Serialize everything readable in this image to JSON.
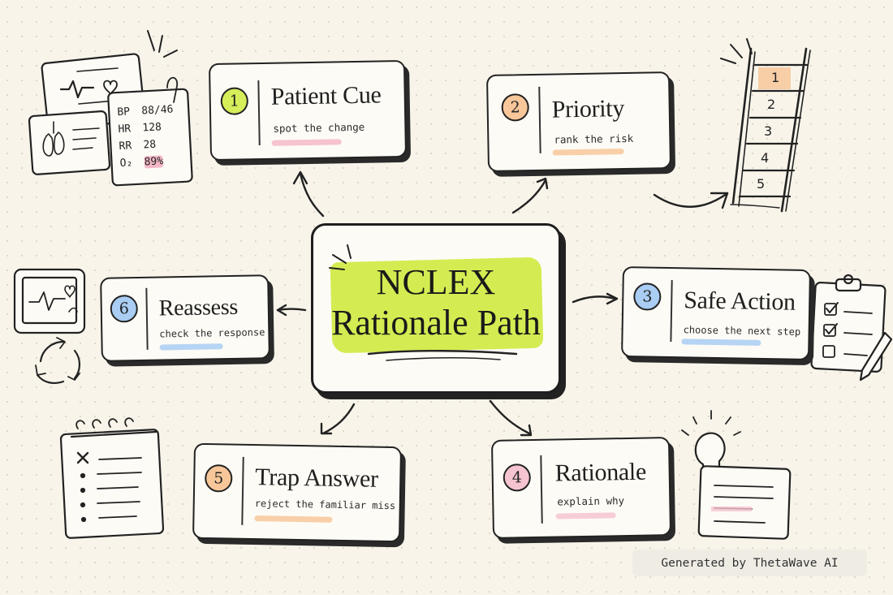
{
  "center": {
    "line1": "NCLEX",
    "line2": "Rationale Path"
  },
  "steps": [
    {
      "number": "1",
      "title": "Patient Cue",
      "subtitle": "spot the change",
      "color": "#d6ee5a",
      "highlight": "#f5b8c8"
    },
    {
      "number": "2",
      "title": "Priority",
      "subtitle": "rank the risk",
      "color": "#f7c79a",
      "highlight": "#f7c79a"
    },
    {
      "number": "3",
      "title": "Safe Action",
      "subtitle": "choose the next step",
      "color": "#a9cdf3",
      "highlight": "#a9cdf3"
    },
    {
      "number": "4",
      "title": "Rationale",
      "subtitle": "explain why",
      "color": "#f5c4d0",
      "highlight": "#f5c4d0"
    },
    {
      "number": "5",
      "title": "Trap Answer",
      "subtitle": "reject the familiar miss",
      "color": "#f7c79a",
      "highlight": "#f7c79a"
    },
    {
      "number": "6",
      "title": "Reassess",
      "subtitle": "check the response",
      "color": "#a9cdf3",
      "highlight": "#a9cdf3"
    }
  ],
  "vitals": [
    {
      "label": "BP",
      "value": "88/46"
    },
    {
      "label": "HR",
      "value": "128"
    },
    {
      "label": "RR",
      "value": "28"
    },
    {
      "label": "O₂",
      "value": "89%"
    }
  ],
  "ladder": [
    "1",
    "2",
    "3",
    "4",
    "5"
  ],
  "footer": "Generated by ThetaWave AI"
}
